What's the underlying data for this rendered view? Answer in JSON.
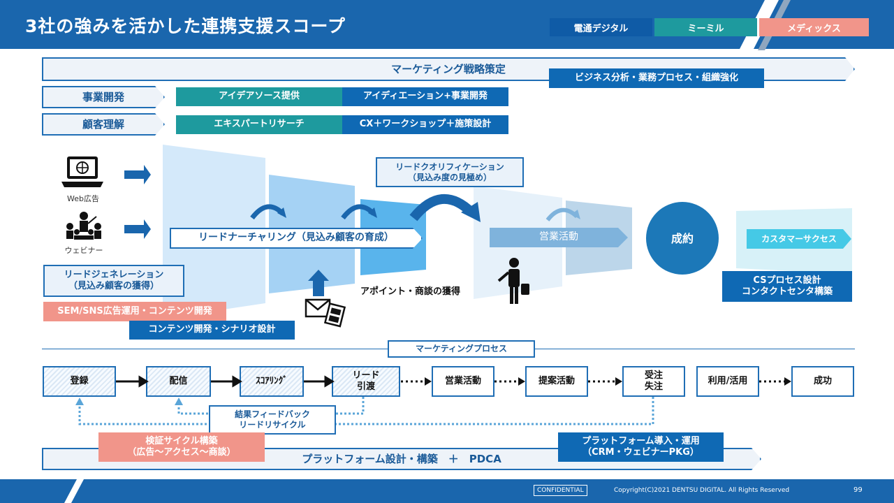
{
  "header": {
    "title": "3社の強みを活かした連携支援スコープ"
  },
  "legend": {
    "dentsu_digital": "電通デジタル",
    "mimiru": "ミーミル",
    "medix": "メディックス"
  },
  "strategy": {
    "title": "マーケティング戦略策定",
    "sub": "ビジネス分析・業務プロセス・組織強化"
  },
  "business": {
    "label": "事業開発",
    "a": "アイデアソース提供",
    "b": "アイディエーション+事業開発"
  },
  "customer": {
    "label": "顧客理解",
    "a": "エキスパートリサーチ",
    "b": "CX＋ワークショップ＋施策設計"
  },
  "channels": {
    "web": "Web広告",
    "webinar": "ウェビナー"
  },
  "lead_generation": {
    "title": "リードジェネレーション\n（見込み顧客の獲得）"
  },
  "sem": "SEM/SNS広告運用・コンテンツ開発",
  "content": "コンテンツ開発・シナリオ設計",
  "nurturing": "リードナーチャリング（見込み顧客の育成）",
  "qualification": {
    "title": "リードクオリフィケーション\n（見込み度の見極め）"
  },
  "appointment": "アポイント・商談の獲得",
  "sales": "営業活動",
  "contract": "成約",
  "customer_success": "カスタマーサクセス",
  "cs_label": "CSプロセス設計\nコンタクトセンタ構築",
  "process": {
    "title": "マーケティングプロセス",
    "steps": [
      "登録",
      "配信",
      "ｽｺｱﾘﾝｸﾞ",
      "リード\n引渡",
      "営業活動",
      "提案活動",
      "受注\n失注",
      "利用/活用",
      "成功"
    ]
  },
  "feedback": "結果フィードバック\nリードリサイクル",
  "verify": "検証サイクル構築\n（広告～アクセス～商談）",
  "platform": {
    "title": "プラットフォーム設計・構築　＋　PDCA",
    "intro": "プラットフォーム導入・運用\n（CRM・ウェビナーPKG）"
  },
  "footer": {
    "confidential": "CONFIDENTIAL",
    "copyright": "Copyright(C)2021 DENTSU DIGITAL. All Rights Reserved",
    "page": "99"
  },
  "colors": {
    "primary": "#1a66ad",
    "teal": "#1e9a9e",
    "pink": "#f1958a"
  }
}
